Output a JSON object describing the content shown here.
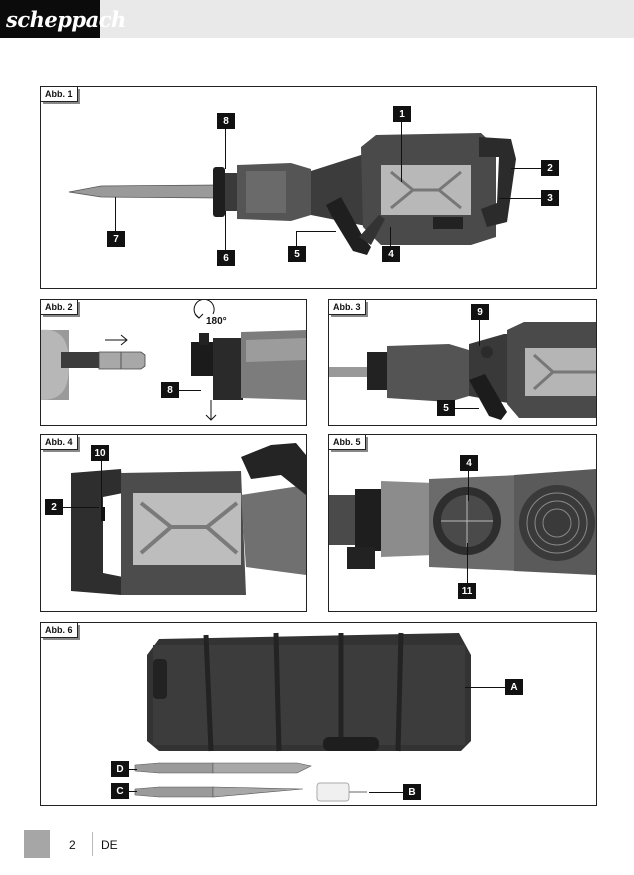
{
  "header": {
    "brand": "scheppach"
  },
  "figures": {
    "abb1": {
      "label": "Abb. 1",
      "callouts": [
        "8",
        "1",
        "2",
        "3",
        "7",
        "6",
        "5",
        "4"
      ]
    },
    "abb2": {
      "label": "Abb. 2",
      "callouts": [
        "8"
      ],
      "rotation": "180°"
    },
    "abb3": {
      "label": "Abb. 3",
      "callouts": [
        "9",
        "5"
      ]
    },
    "abb4": {
      "label": "Abb. 4",
      "callouts": [
        "10",
        "2"
      ]
    },
    "abb5": {
      "label": "Abb. 5",
      "callouts": [
        "4",
        "11"
      ]
    },
    "abb6": {
      "label": "Abb. 6",
      "callouts": [
        "A",
        "D",
        "C",
        "B"
      ]
    }
  },
  "footer": {
    "page_number": "2",
    "language": "DE"
  }
}
